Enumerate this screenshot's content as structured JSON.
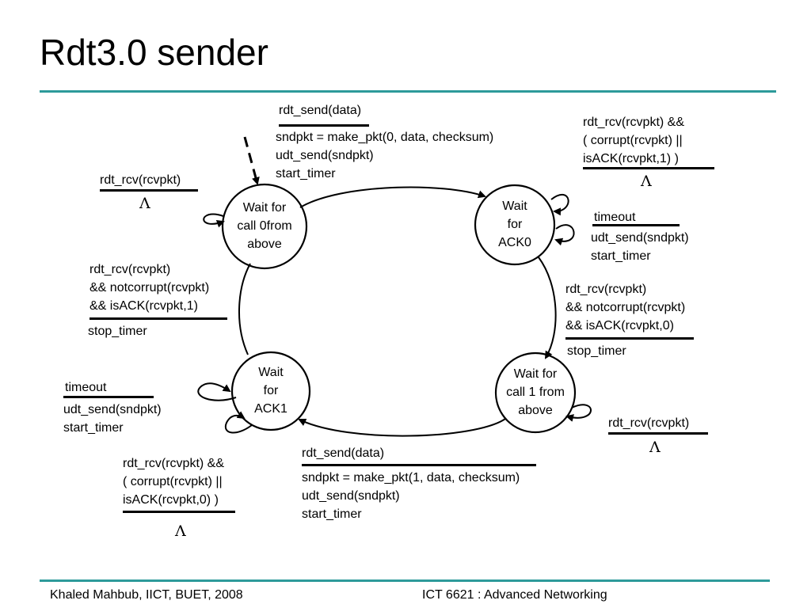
{
  "slide": {
    "title": "Rdt3.0 sender",
    "footer_left": "Khaled Mahbub, IICT, BUET, 2008",
    "footer_right": "ICT 6621 : Advanced Networking"
  },
  "colors": {
    "accent_rule": "#2d9a9a",
    "ink": "#000000"
  },
  "states": {
    "wait_call0": [
      "Wait for",
      "call 0from",
      "above"
    ],
    "wait_ack0": [
      "Wait",
      "for",
      "ACK0"
    ],
    "wait_call1": [
      "Wait for",
      "call 1 from",
      "above"
    ],
    "wait_ack1": [
      "Wait",
      "for",
      "ACK1"
    ]
  },
  "transitions": {
    "call0_to_ack0": {
      "event": "rdt_send(data)",
      "actions": [
        "sndpkt = make_pkt(0, data, checksum)",
        "udt_send(sndpkt)",
        "start_timer"
      ]
    },
    "call0_self": {
      "event": "rdt_rcv(rcvpkt)",
      "action": "Λ"
    },
    "ack0_corrupt_self": {
      "event": [
        "rdt_rcv(rcvpkt) &&",
        "( corrupt(rcvpkt) ||",
        "isACK(rcvpkt,1) )"
      ],
      "action": "Λ"
    },
    "ack0_timeout_self": {
      "event": "timeout",
      "actions": [
        "udt_send(sndpkt)",
        "start_timer"
      ]
    },
    "ack0_to_call1": {
      "event": [
        "rdt_rcv(rcvpkt)",
        "&& notcorrupt(rcvpkt)",
        "&& isACK(rcvpkt,0)"
      ],
      "action": "stop_timer"
    },
    "call1_self": {
      "event": "rdt_rcv(rcvpkt)",
      "action": "Λ"
    },
    "call1_to_ack1": {
      "event": "rdt_send(data)",
      "actions": [
        "sndpkt = make_pkt(1, data, checksum)",
        "udt_send(sndpkt)",
        "start_timer"
      ]
    },
    "ack1_timeout_self": {
      "event": "timeout",
      "actions": [
        "udt_send(sndpkt)",
        "start_timer"
      ]
    },
    "ack1_corrupt_self": {
      "event": [
        "rdt_rcv(rcvpkt) &&",
        "( corrupt(rcvpkt) ||",
        "isACK(rcvpkt,0) )"
      ],
      "action": "Λ"
    },
    "ack1_to_call0": {
      "event": [
        "rdt_rcv(rcvpkt)",
        "&& notcorrupt(rcvpkt)",
        "&& isACK(rcvpkt,1)"
      ],
      "action": "stop_timer"
    }
  }
}
